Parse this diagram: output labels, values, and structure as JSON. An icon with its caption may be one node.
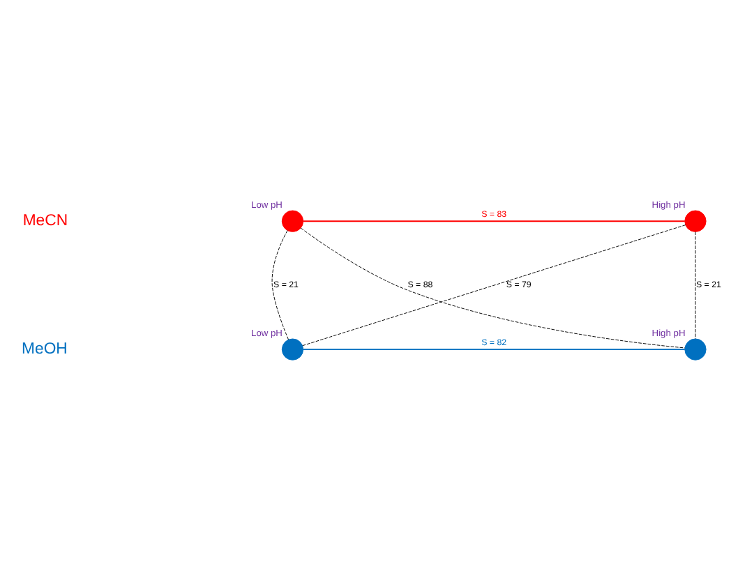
{
  "diagram": {
    "nodes": [
      {
        "text": [],
        "shape": "circle",
        "beside": [
          "Low pH"
        ]
      },
      {
        "text": [],
        "shape": "circle",
        "beside": [
          "High pH"
        ]
      },
      {
        "text": [],
        "shape": "circle",
        "beside": [
          "Low pH"
        ]
      },
      {
        "text": [],
        "shape": "circle",
        "beside": [
          "High pH"
        ]
      }
    ],
    "edges": [
      {
        "from": 0,
        "to": 1,
        "arrow": "none",
        "label": "S = 83",
        "color": "#ff0000"
      },
      {
        "from": 0,
        "to": 3,
        "arrow": "none",
        "label": "S = 88",
        "style": "dashed"
      },
      {
        "from": 0,
        "to": 2,
        "arrow": "none",
        "label": "S = 21",
        "style": "dashed"
      },
      {
        "from": 1,
        "to": 3,
        "arrow": "none",
        "label": "S = 21",
        "style": "dashed"
      },
      {
        "from": 2,
        "to": 1,
        "arrow": "none",
        "label": "S = 79",
        "style": "dashed"
      },
      {
        "from": 2,
        "to": 3,
        "arrow": "none",
        "label": "S = 82",
        "color": "#0070c0"
      }
    ],
    "labels": [
      "MeCN",
      "MeOH"
    ]
  }
}
